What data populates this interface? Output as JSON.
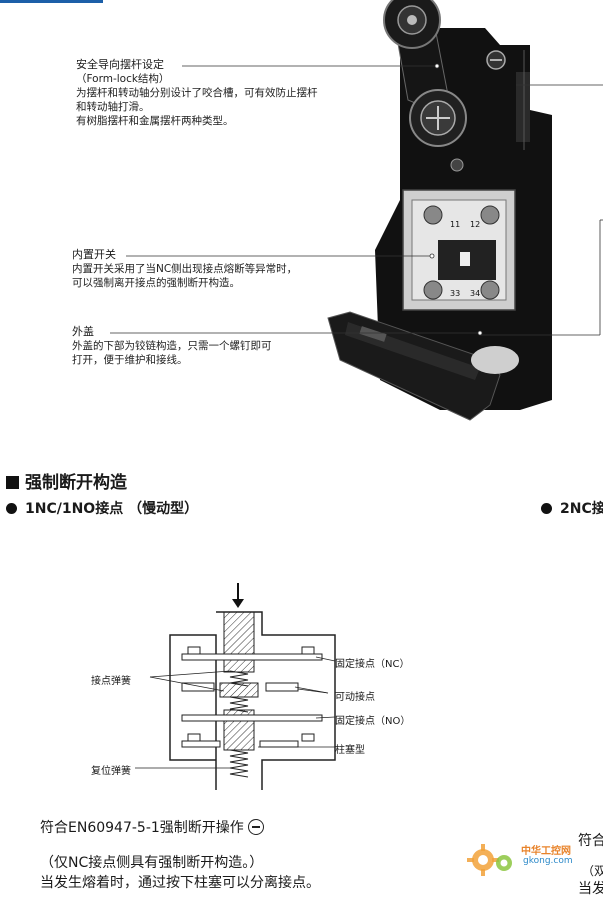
{
  "callouts": {
    "form_lock": {
      "title": "安全导向摆杆设定",
      "subtitle": "（Form-lock结构）",
      "lines": [
        "为摆杆和转动轴分别设计了咬合槽，可有效防止摆杆",
        "和转动轴打滑。",
        "有树脂摆杆和金属摆杆两种类型。"
      ]
    },
    "built_in_switch": {
      "title": "内置开关",
      "lines": [
        "内置开关采用了当NC侧出现接点熔断等异常时，",
        "可以强制离开接点的强制断开构造。"
      ]
    },
    "cover": {
      "title": "外盖",
      "lines": [
        "外盖的下部为铰链构造，只需一个螺钉即可",
        "打开，便于维护和接线。"
      ]
    }
  },
  "product_labels": [
    "11",
    "12",
    "33",
    "34"
  ],
  "section": {
    "title": "强制断开构造",
    "left_sub": "1NC/1NO接点 （慢动型）",
    "right_sub": "2NC接"
  },
  "diagram": {
    "labels": {
      "contact_spring": "接点弹簧",
      "return_spring": "复位弹簧",
      "fixed_nc": "固定接点（NC）",
      "movable": "可动接点",
      "fixed_no": "固定接点（NO）",
      "plunger": "柱塞型"
    }
  },
  "notes": {
    "standard": "符合EN60947-5-1强制断开操作",
    "line2": "（仅NC接点侧具有强制断开构造。）",
    "line3": "当发生熔着时，通过按下柱塞可以分离接点。"
  },
  "right_clip": {
    "line1": "符合",
    "line2": "（双",
    "line3": "当发"
  },
  "watermark": {
    "name": "中华工控网",
    "url": "gkong.com"
  }
}
